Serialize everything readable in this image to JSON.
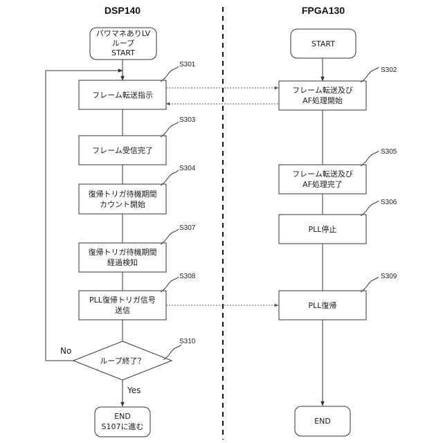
{
  "headers": {
    "left": "DSP140",
    "right": "FPGA130"
  },
  "dsp": {
    "start": [
      "パワマネありLV",
      "ループ",
      "START"
    ],
    "s301": {
      "step": "S301",
      "lines": [
        "フレーム転送指示"
      ]
    },
    "s303": {
      "step": "S303",
      "lines": [
        "フレーム受信完了"
      ]
    },
    "s304": {
      "step": "S304",
      "lines": [
        "復帰トリガ待機期間",
        "カウント開始"
      ]
    },
    "s307": {
      "step": "S307",
      "lines": [
        "復帰トリガ待機期間",
        "経過検知"
      ]
    },
    "s308": {
      "step": "S308",
      "lines": [
        "PLL復帰トリガ信号",
        "送信"
      ]
    },
    "s310": {
      "step": "S310",
      "lines": [
        "ループ終了？"
      ]
    },
    "no_label": "No",
    "yes_label": "Yes",
    "end": [
      "END",
      "S107に進む"
    ]
  },
  "fpga": {
    "start": "START",
    "s302": {
      "step": "S302",
      "lines": [
        "フレーム転送及び",
        "AF処理開始"
      ]
    },
    "s305": {
      "step": "S305",
      "lines": [
        "フレーム転送及び",
        "AF処理完了"
      ]
    },
    "s306": {
      "step": "S306",
      "lines": [
        "PLL停止"
      ]
    },
    "s309": {
      "step": "S309",
      "lines": [
        "PLL復帰"
      ]
    },
    "end": "END"
  }
}
